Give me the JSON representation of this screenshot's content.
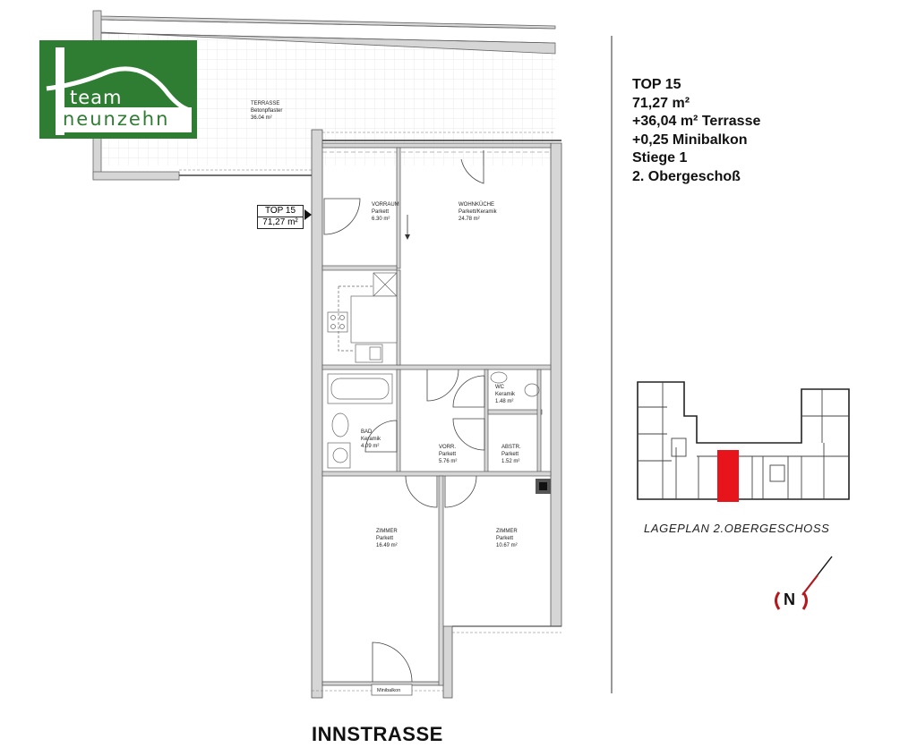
{
  "logo": {
    "line1": "team",
    "line2": "neunzehn",
    "color": "#2f7d33"
  },
  "unit_info": {
    "top": "TOP 15",
    "area": "71,27 m²",
    "terrace": "+36,04 m² Terrasse",
    "minibalkon": "+0,25 Minibalkon",
    "stair": "Stiege 1",
    "floor": "2. Obergeschoß"
  },
  "entry_tag": {
    "top": "TOP  15",
    "area": "71,27 m²"
  },
  "rooms": {
    "terrasse": {
      "name": "TERRASSE",
      "floor": "Betonpflaster",
      "area": "36.04 m²"
    },
    "vorraum": {
      "name": "VORRAUM",
      "floor": "Parkett",
      "area": "6.30 m²"
    },
    "wohnkueche": {
      "name": "WOHNKÜCHE",
      "floor": "Parkett/Keramik",
      "area": "24.78 m²"
    },
    "wc": {
      "name": "WC",
      "floor": "Keramik",
      "area": "1.48 m²"
    },
    "bad": {
      "name": "BAD",
      "floor": "Keramik",
      "area": "4.09 m²"
    },
    "vorr": {
      "name": "VORR.",
      "floor": "Parkett",
      "area": "5.76 m²"
    },
    "abstr": {
      "name": "ABSTR.",
      "floor": "Parkett",
      "area": "1.52 m²"
    },
    "zimmer1": {
      "name": "ZIMMER",
      "floor": "Parkett",
      "area": "16.49 m²"
    },
    "zimmer2": {
      "name": "ZIMMER",
      "floor": "Parkett",
      "area": "10.67 m²"
    },
    "minibalkon": {
      "name": "Minibalkon"
    }
  },
  "street": "INNSTRASSE",
  "lageplan": {
    "caption": "LAGEPLAN  2.OBERGESCHOSS",
    "highlight_color": "#e8141b"
  },
  "north_arrow": {
    "label": "N",
    "color": "#b3191f"
  }
}
